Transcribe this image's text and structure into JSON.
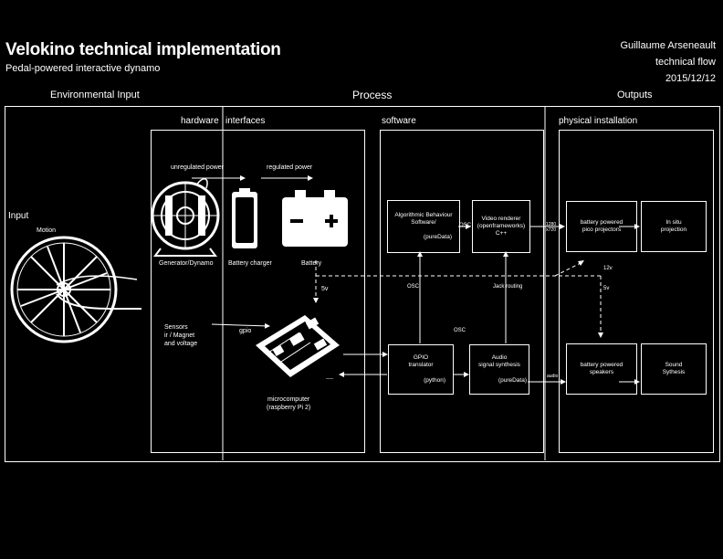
{
  "header": {
    "title": "Velokino technical implementation",
    "subtitle": "Pedal-powered interactive dynamo",
    "author": "Guillaume Arseneault",
    "doc_type": "technical flow",
    "date": "2015/12/12"
  },
  "sections": {
    "environmental_input": "Environmental Input",
    "process": "Process",
    "outputs": "Outputs",
    "hardware": "hardware",
    "interfaces": "interfaces",
    "software": "software",
    "physical_installation": "physical installation"
  },
  "input": {
    "label": "Input",
    "motion": "Motion"
  },
  "hardware": {
    "generator": "Generator/Dynamo",
    "charger": "Battery charger",
    "battery": "Battery",
    "unregulated": "unregulated power",
    "regulated": "regulated power",
    "sensors_line1": "Sensors",
    "sensors_line2": "ir / Magnet",
    "sensors_line3": "and voltage",
    "gpio": "gpio",
    "micro_line1": "microcomputer",
    "micro_line2": "(raspberry Pi 2)",
    "five_v": "5v",
    "dash": "----"
  },
  "software": {
    "algo_line1": "Algorithmic Behaviour",
    "algo_line2": "Software/",
    "algo_line3": "(pureData)",
    "video_line1": "Video renderer",
    "video_line2": "(openframeworks)",
    "video_line3": "C++",
    "gpio_line1": "GPIO",
    "gpio_line2": "translator",
    "gpio_line3": "(python)",
    "audio_line1": "Audio",
    "audio_line2": "signal synthesis",
    "audio_line3": "(pureData)",
    "osc_top": "OSC",
    "osc_left": "OSC",
    "osc_mid": "OSC",
    "jack": "Jack routing"
  },
  "physical": {
    "projectors_line1": "battery powered",
    "projectors_line2": "pico projectors",
    "insitu_line1": "In situ",
    "insitu_line2": "projection",
    "speakers_line1": "battery powered",
    "speakers_line2": "speakers",
    "sound_line1": "Sound",
    "sound_line2": "Sythesis",
    "res_line1": "1280",
    "res_line2": "x720",
    "audio": "audio",
    "v12": "12v",
    "v5": "5v"
  }
}
